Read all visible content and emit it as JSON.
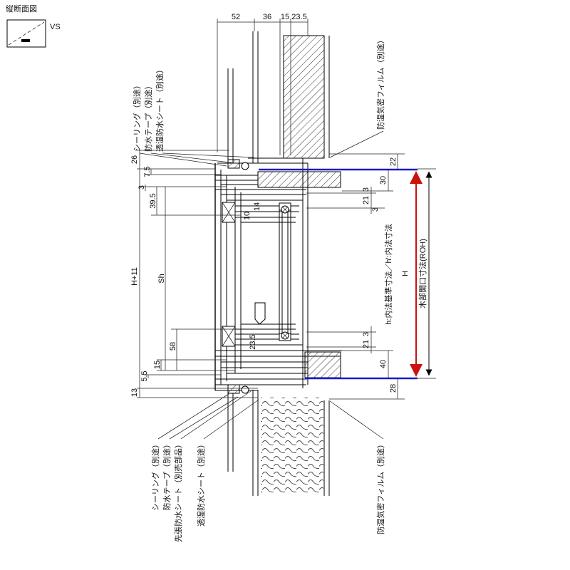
{
  "meta": {
    "drawing_type": "縦断面図",
    "symbol": "VS"
  },
  "colors": {
    "blue": "#1a1acc",
    "red": "#cc1111",
    "line": "#000000"
  },
  "ann": {
    "title": "縦断面図",
    "vs": "VS",
    "d52": "52",
    "d36": "36",
    "d15": "15",
    "d23_5": "23.5",
    "d26": "26",
    "d7_5": "7.5",
    "d3": "3",
    "d39_5": "39.5",
    "dH11": "H+11",
    "dSh": "Sh",
    "d58": "58",
    "d5_5": "5.5",
    "d13": "13",
    "d10": "10",
    "d14": "14",
    "d22": "22",
    "d30": "30",
    "d21": "21",
    "d40": "40",
    "d28": "28",
    "dH": "H",
    "sealing": "シーリング（別途）",
    "tape": "防水テープ（別途）",
    "sheet": "透湿防水シート（別途）",
    "film": "防湿気密フィルム（別途）",
    "sakibari": "先張防水シート（別売部品）",
    "hlabel": "h:内法基準寸法／h':内法寸法",
    "roh": "木部開口寸法(ROH)"
  }
}
